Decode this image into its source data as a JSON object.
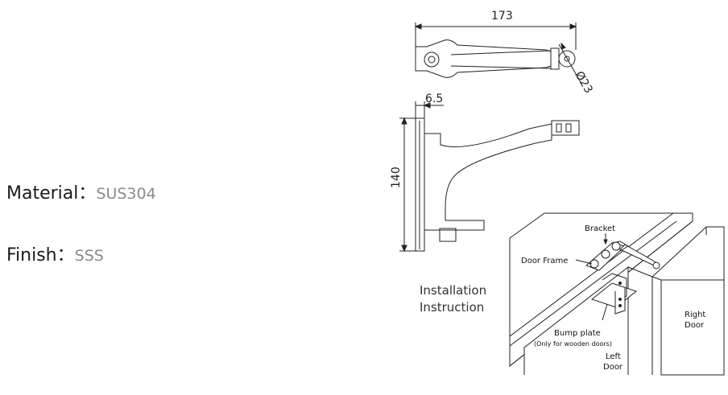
{
  "specs": {
    "material_label": "Material：",
    "material_value": "SUS304",
    "finish_label": "Finish：",
    "finish_value": "SSS"
  },
  "top_view": {
    "length_dim": "173",
    "roller_dim": "Ø23"
  },
  "side_view": {
    "flange_dim": "6.5",
    "height_dim": "140"
  },
  "installation": {
    "title_line1": "Installation",
    "title_line2": "Instruction",
    "bracket": "Bracket",
    "door_frame": "Door Frame",
    "bump_plate": "Bump plate",
    "bump_plate_note": "(Only for wooden doors)",
    "left_door_1": "Left",
    "left_door_2": "Door",
    "right_door_1": "Right",
    "right_door_2": "Door"
  }
}
